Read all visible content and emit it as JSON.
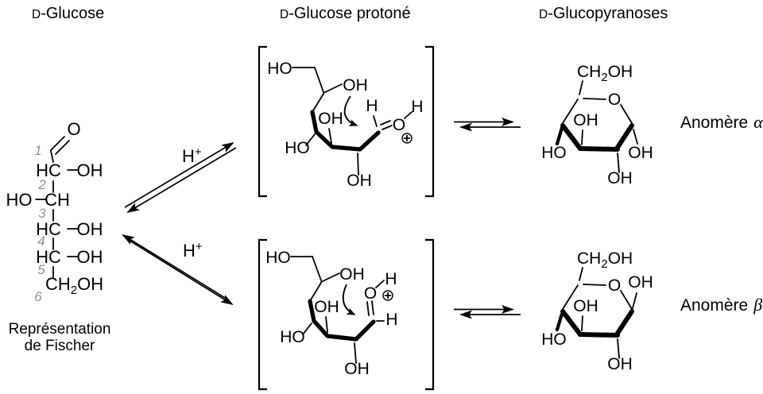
{
  "titles": {
    "glucose": {
      "dcap": "D",
      "rest": "-Glucose"
    },
    "protonated": {
      "dcap": "D",
      "rest": "-Glucose protoné"
    },
    "pyranoses": {
      "dcap": "D",
      "rest": "-Glucopyranoses"
    }
  },
  "fischer": {
    "aldehyde_o": "O",
    "numbers": [
      "1",
      "2",
      "3",
      "4",
      "5",
      "6"
    ],
    "row_c2": {
      "left": "HC",
      "right": "OH"
    },
    "row_c3": {
      "left": "HO",
      "right": "CH"
    },
    "row_c4": {
      "left": "HC",
      "right": "OH"
    },
    "row_c5": {
      "left": "HC",
      "right": "OH"
    },
    "row_c6": {
      "c": "CH",
      "sub": "2",
      "oh": "OH"
    },
    "caption_line1": "Représentation",
    "caption_line2": "de Fischer"
  },
  "reaction": {
    "proton_label": "H",
    "proton_charge": "+"
  },
  "open_top": {
    "ho_c6": "HO",
    "oh_c5": "OH",
    "oh_c3": "OH",
    "ho_c4": "HO",
    "oh_c2": "OH",
    "h_c1": "H",
    "o_carbonyl": "O",
    "h_on_o": "H"
  },
  "open_bottom": {
    "ho_c6": "HO",
    "oh_c5": "OH",
    "oh_c3": "OH",
    "ho_c4": "HO",
    "oh_c2": "OH",
    "o_carbonyl": "O",
    "h_on_o": "H",
    "h_c1": "H"
  },
  "pyranose_alpha": {
    "ch2oh": {
      "c": "CH",
      "sub": "2",
      "oh": "OH"
    },
    "ring_o": "O",
    "oh_c3": "OH",
    "ho_c4": "HO",
    "oh_anomeric": "OH",
    "oh_c2": "OH",
    "label": "Anomère",
    "greek": "α"
  },
  "pyranose_beta": {
    "ch2oh": {
      "c": "CH",
      "sub": "2",
      "oh": "OH"
    },
    "ring_o": "O",
    "oh_c3": "OH",
    "ho_c4": "HO",
    "oh_anomeric": "OH",
    "oh_c2": "OH",
    "label": "Anomère",
    "greek": "β"
  },
  "colors": {
    "ink": "#000000",
    "number_gray": "#8f8f8f",
    "background": "#ffffff"
  }
}
